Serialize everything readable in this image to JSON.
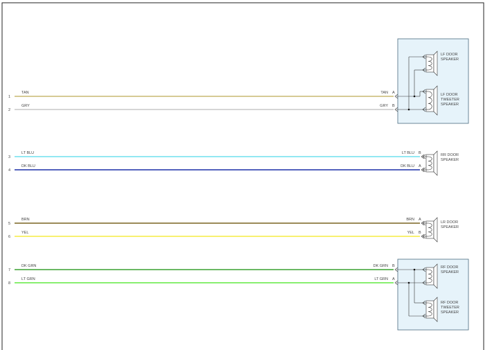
{
  "wires": [
    {
      "num": "1",
      "label": "TAN",
      "endLabel": "TAN",
      "pin": "A",
      "color": "#c8b870"
    },
    {
      "num": "2",
      "label": "GRY",
      "endLabel": "GRY",
      "pin": "B",
      "color": "#c8c8c8"
    },
    {
      "num": "3",
      "label": "LT BLU",
      "endLabel": "LT BLU",
      "pin": "B",
      "color": "#6ee0ee"
    },
    {
      "num": "4",
      "label": "DK BLU",
      "endLabel": "DK BLU",
      "pin": "A",
      "color": "#1c2fa8"
    },
    {
      "num": "5",
      "label": "BRN",
      "endLabel": "BRN",
      "pin": "A",
      "color": "#7a6420"
    },
    {
      "num": "6",
      "label": "YEL",
      "endLabel": "YEL",
      "pin": "B",
      "color": "#f5ec40"
    },
    {
      "num": "7",
      "label": "DK GRN",
      "endLabel": "DK GRN",
      "pin": "B",
      "color": "#3aa030"
    },
    {
      "num": "8",
      "label": "LT GRN",
      "endLabel": "LT GRN",
      "pin": "A",
      "color": "#60ea40"
    }
  ],
  "speakers": {
    "lf_door": [
      "LF DOOR",
      "SPEAKER"
    ],
    "lf_tweeter": [
      "LF DOOR",
      "TWEETER",
      "SPEAKER"
    ],
    "rr_door": [
      "RR DOOR",
      "SPEAKER"
    ],
    "lr_door": [
      "LR DOOR",
      "SPEAKER"
    ],
    "rf_door": [
      "RF DOOR",
      "SPEAKER"
    ],
    "rf_tweeter": [
      "RF DOOR",
      "TWEETER",
      "SPEAKER"
    ]
  }
}
